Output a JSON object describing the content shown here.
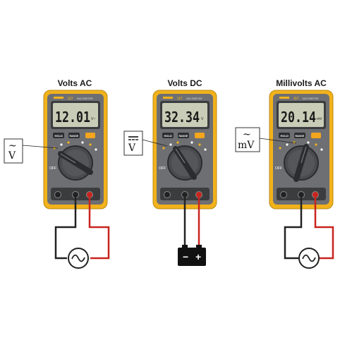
{
  "panels": [
    {
      "title": "Volts AC",
      "reading": "12.01",
      "unit": "V~",
      "symbol": "V",
      "symbol_mark": "~",
      "source": "ac"
    },
    {
      "title": "Volts DC",
      "reading": "32.34",
      "unit": "V",
      "symbol": "V",
      "symbol_mark": "dc",
      "source": "battery"
    },
    {
      "title": "Millivolts AC",
      "reading": "20.14",
      "unit": "mV",
      "symbol": "mV",
      "symbol_mark": "~",
      "source": "ac"
    }
  ],
  "meter": {
    "brand_model": "117",
    "model_name": "MULTIMETER",
    "hold_label": "HOLD",
    "range_label": "RANGE",
    "off_label": "OFF",
    "battery_sign_minus": "−",
    "battery_sign_plus": "+"
  },
  "colors": {
    "body_yellow": "#f2b21b",
    "body_grey": "#6e6f72",
    "lcd_green": "#c9cdb7",
    "dial": "#4a4b4e",
    "probe_red": "#c8241e",
    "probe_black": "#222222",
    "accent_orange": "#f2a51d"
  }
}
